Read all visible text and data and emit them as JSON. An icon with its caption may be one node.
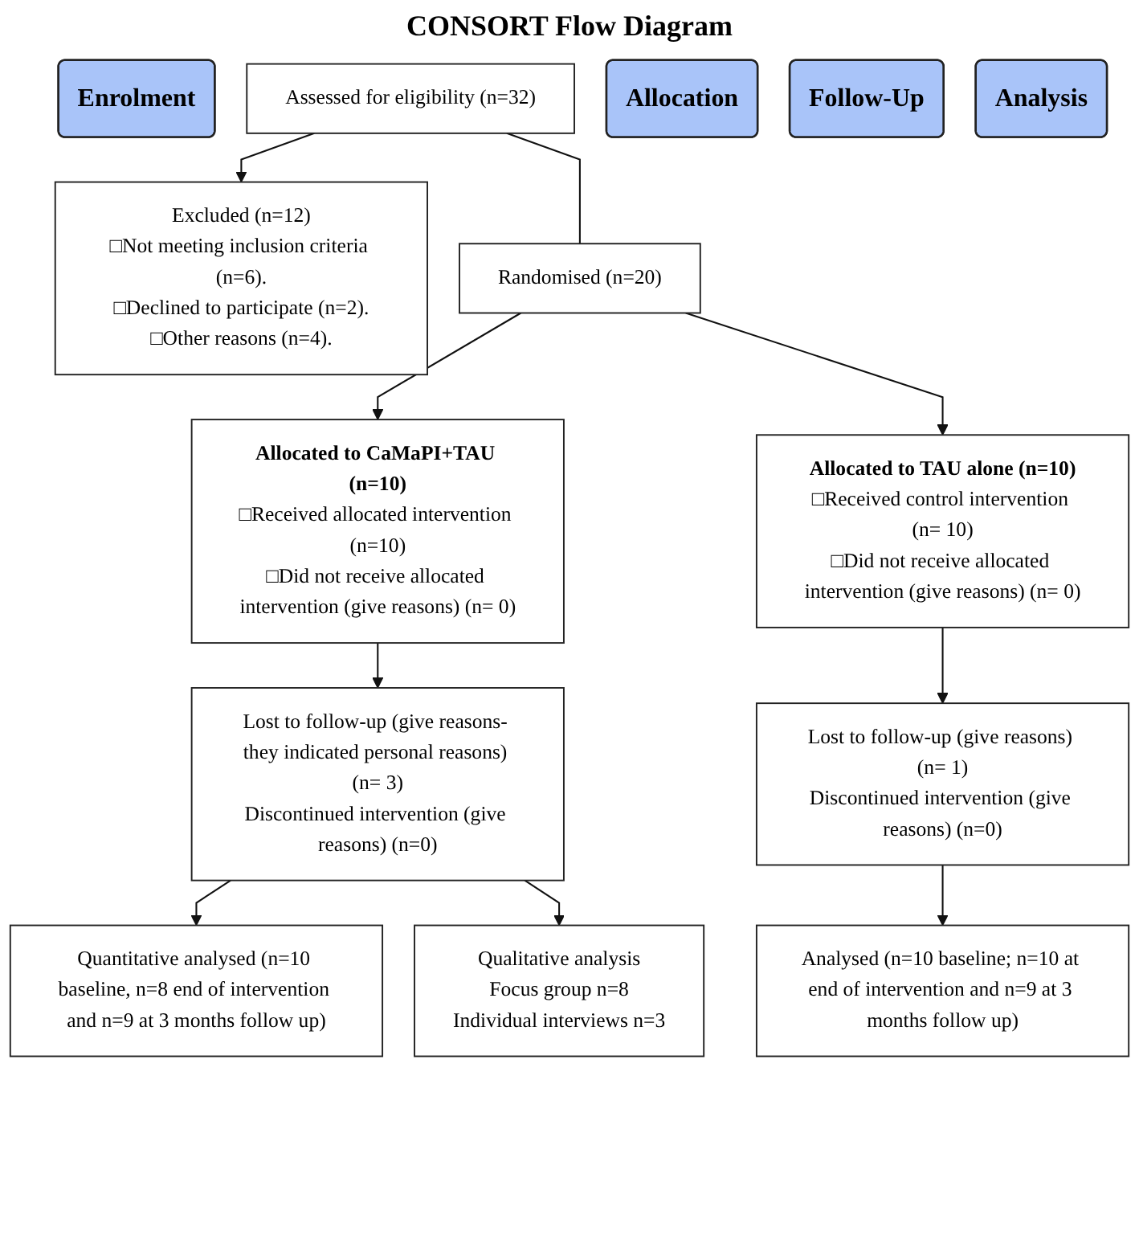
{
  "diagram": {
    "title": "CONSORT Flow Diagram",
    "nodes": [
      {
        "text": [
          "Enrolment"
        ]
      },
      {
        "text": [
          "Assessed for eligibility (n=32)"
        ]
      },
      {
        "text": [
          "Excluded (n=12)",
          "□Not meeting inclusion criteria (n=6).",
          "□Declined to participate (n=2).",
          "□Other reasons (n=4)."
        ]
      },
      {
        "text": [
          "Randomised (n=20)"
        ]
      },
      {
        "text": [
          "Allocated to CaMaPI+TAU (n=10)",
          "□Received allocated intervention (n=10)",
          "□Did not receive allocated intervention (give reasons) (n= 0)"
        ]
      },
      {
        "text": [
          "Allocation"
        ]
      },
      {
        "text": [
          "Allocated to TAU alone (n=10)",
          "□Received control intervention (n= 10)",
          "□Did not receive allocated intervention (give reasons) (n= 0)"
        ]
      },
      {
        "text": [
          "Lost to follow-up (give reasons- they indicated personal reasons) (n= 3)",
          "Discontinued intervention (give reasons) (n=0)"
        ]
      },
      {
        "text": [
          "Follow-Up"
        ]
      },
      {
        "text": [
          "Lost to follow-up (give reasons) (n= 1)",
          "Discontinued intervention (give reasons) (n=0)"
        ]
      },
      {
        "text": [
          "Quantitative analysed (n=10 baseline, n=8 end of intervention and n=9 at 3 months follow up)"
        ]
      },
      {
        "text": [
          "Analysis"
        ]
      },
      {
        "text": [
          "Analysed (n=10 baseline; n=10 at end of intervention and n=9 at 3 months follow up)"
        ]
      },
      {
        "text": [
          "Qualitative analysis",
          "Focus group n=8",
          "Individual interviews n=3"
        ]
      }
    ],
    "edges": [
      {
        "from": 1,
        "to": 2,
        "arrow": "to"
      },
      {
        "from": 1,
        "to": 3,
        "arrow": "none"
      },
      {
        "from": 3,
        "to": 4,
        "arrow": "to"
      },
      {
        "from": 3,
        "to": 6,
        "arrow": "to"
      },
      {
        "from": 4,
        "to": 7,
        "arrow": "to"
      },
      {
        "from": 6,
        "to": 9,
        "arrow": "to"
      },
      {
        "from": 7,
        "to": 10,
        "arrow": "to"
      },
      {
        "from": 7,
        "to": 13,
        "arrow": "to"
      },
      {
        "from": 9,
        "to": 12,
        "arrow": "to"
      }
    ]
  }
}
